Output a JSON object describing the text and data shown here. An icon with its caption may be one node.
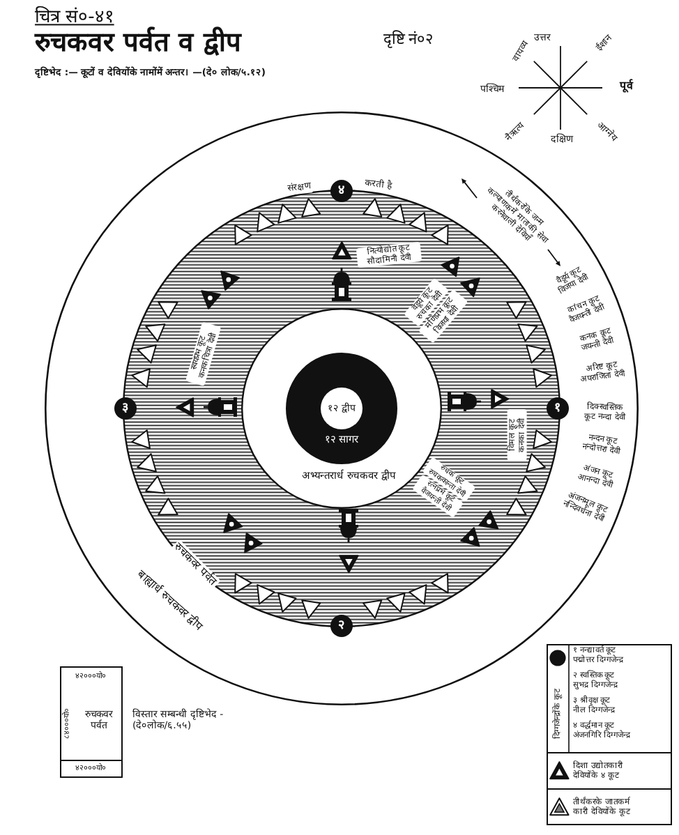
{
  "diagram": {
    "title": "रुचकवर पर्वत व द्वीप",
    "nodes": [
      {
        "text": [
          "बाह्यार्ध रुचकवर द्वीप"
        ]
      },
      {
        "text": [
          "रुचकवर पर्वत"
        ],
        "in": 0
      },
      {
        "text": [
          "अभ्यन्तरार्ध रुचकवर द्वीप"
        ],
        "in": 1
      },
      {
        "text": [
          "१२ सागर"
        ],
        "in": 2
      },
      {
        "text": [
          "१२ द्वीप"
        ],
        "in": 3
      },
      {
        "text": [
          "४"
        ],
        "in": 0,
        "beside": [
          "संरक्षण",
          "करती है"
        ]
      },
      {
        "text": [
          "३"
        ],
        "in": 0
      },
      {
        "text": [
          "१"
        ],
        "in": 0
      },
      {
        "text": [
          "२"
        ],
        "in": 0
      },
      {
        "text": [
          "रुचकवर पर्वत"
        ]
      }
    ],
    "labels": [
      "चित्र सं०-४१",
      "दृष्टि नं०२",
      "दृष्टिभेद :— कूटों व देवियोंके नामोंमें अन्तर। —(दे० लोक/५.१२)",
      "वायव्य",
      "उत्तर",
      "ईशान",
      "पश्चिम",
      "पूर्व",
      "नैऋत्य",
      "दक्षिण",
      "आग्नेय",
      "तीर्थंकरोंके जन्म कल्याणकमें माताकी सेवा करनेवाली देवियाँ",
      "नित्योद्योत कूट सौदामिनी देवी",
      "वैडूर्य कूट रुचका देवी",
      "मणिप्रभ कूट विजया देवी",
      "स्वयंप्रभ कूट कनकचित्रा देवी",
      "विमल कूट कनका देवी",
      "वैडूर्य कूट विजया देवी",
      "कांचन कूट वैजयन्ती देवी",
      "कनक कूट जयन्ती देवी",
      "अरिष्ट कूट अपराजिता देवी",
      "दिक्स्वस्तिक कूट नन्दा देवी",
      "नन्दन कूट नन्दोत्तरा देवी",
      "अंजन कूट आनन्दा देवी",
      "अंजनमूल कूट नन्दिवर्धना देवी",
      "रुचक कूट रुचककान्ता देवी",
      "रत्नप्रभ कूट वैजयन्ती देवी",
      "४२०००यो०",
      "८४०००यो०",
      "४२०००यो०",
      "विस्तार सम्बन्धी दृष्टिभेद - (दे०लोक/६.५५)",
      "१ नन्द्यावर्त कूट पद्मोत्तर दिग्गजेन्द्र",
      "२ स्वस्तिक कूट सुभद्र दिग्गजेन्द्र",
      "३ श्रीवृक्ष कूट नील दिग्गजेन्द्र",
      "४ वर्द्धमान कूट अंजनगिरि दिग्गजेन्द्र"
    ],
    "legend": [
      {
        "text": "दिग्गजेन्द्रोंके कूट"
      },
      {
        "text": "दिशा उद्योतकारी देवियोंके ४ कूट"
      },
      {
        "text": "तीर्थंकरके जातकर्म कारी देवियोंके कूट"
      }
    ]
  }
}
